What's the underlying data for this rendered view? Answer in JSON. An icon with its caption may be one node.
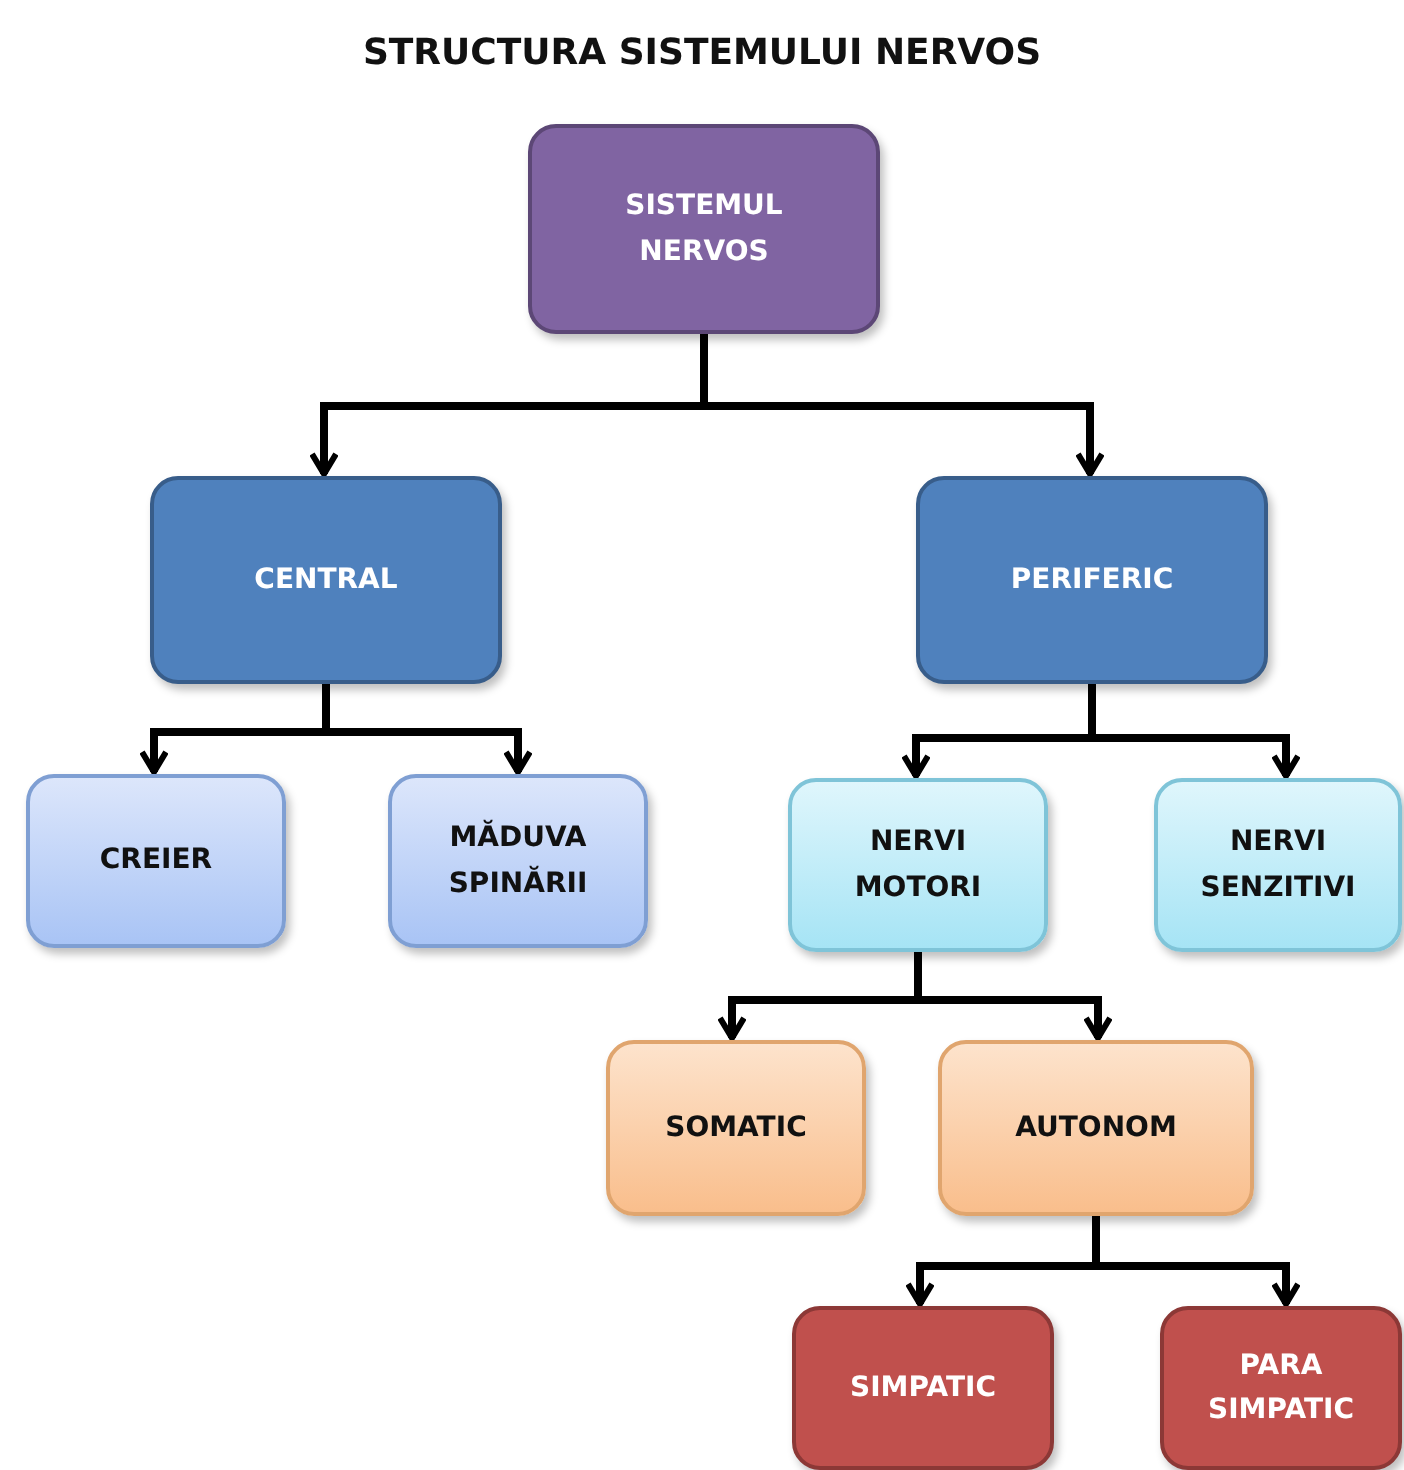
{
  "diagram": {
    "title": "STRUCTURA SISTEMULUI NERVOS",
    "nodes": [
      {
        "text": [
          "SISTEMUL NERVOS"
        ]
      },
      {
        "text": [
          "CENTRAL"
        ]
      },
      {
        "text": [
          "PERIFERIC"
        ]
      },
      {
        "text": [
          "CREIER"
        ]
      },
      {
        "text": [
          "MĂDUVA SPINĂRII"
        ]
      },
      {
        "text": [
          "NERVI MOTORI"
        ]
      },
      {
        "text": [
          "NERVI SENZITIVI"
        ]
      },
      {
        "text": [
          "SOMATIC"
        ]
      },
      {
        "text": [
          "AUTONOM"
        ]
      },
      {
        "text": [
          "SIMPATIC"
        ]
      },
      {
        "text": [
          "PARA SIMPATIC"
        ]
      }
    ],
    "edges": [
      {
        "from": 0,
        "to": 1,
        "arrow": "to"
      },
      {
        "from": 0,
        "to": 2,
        "arrow": "to"
      },
      {
        "from": 1,
        "to": 3,
        "arrow": "to"
      },
      {
        "from": 1,
        "to": 4,
        "arrow": "to"
      },
      {
        "from": 2,
        "to": 5,
        "arrow": "to"
      },
      {
        "from": 2,
        "to": 6,
        "arrow": "to"
      },
      {
        "from": 5,
        "to": 7,
        "arrow": "to"
      },
      {
        "from": 5,
        "to": 8,
        "arrow": "to"
      },
      {
        "from": 8,
        "to": 9,
        "arrow": "to"
      },
      {
        "from": 8,
        "to": 10,
        "arrow": "to"
      }
    ]
  }
}
